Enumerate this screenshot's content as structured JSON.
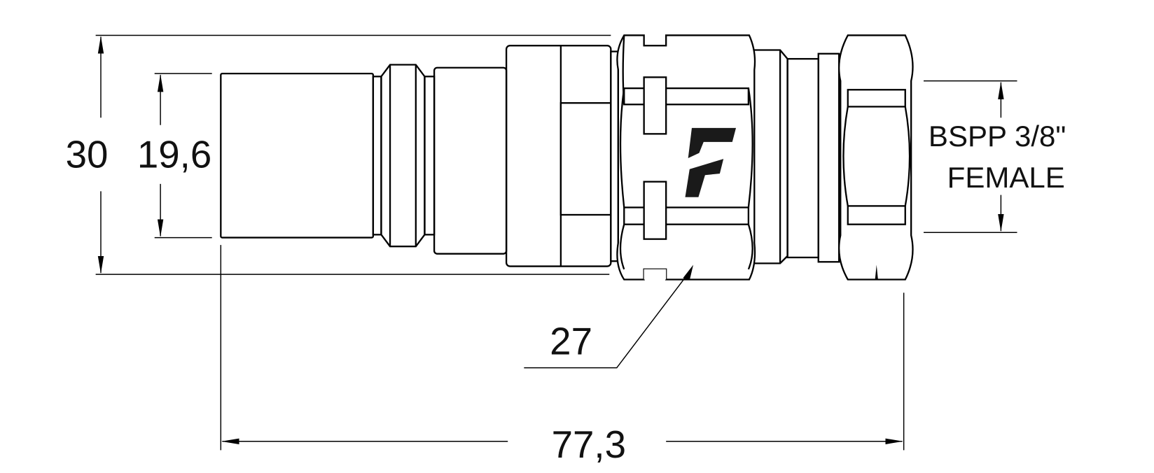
{
  "drawing": {
    "logo_text": "F",
    "dimensions": {
      "overall_diameter": "30",
      "body_diameter": "19,6",
      "hex_size": "27",
      "overall_length": "77,3",
      "thread_line1": "BSPP 3/8\"",
      "thread_line2": "FEMALE"
    },
    "colors": {
      "line": "#000000",
      "background": "#ffffff"
    }
  }
}
